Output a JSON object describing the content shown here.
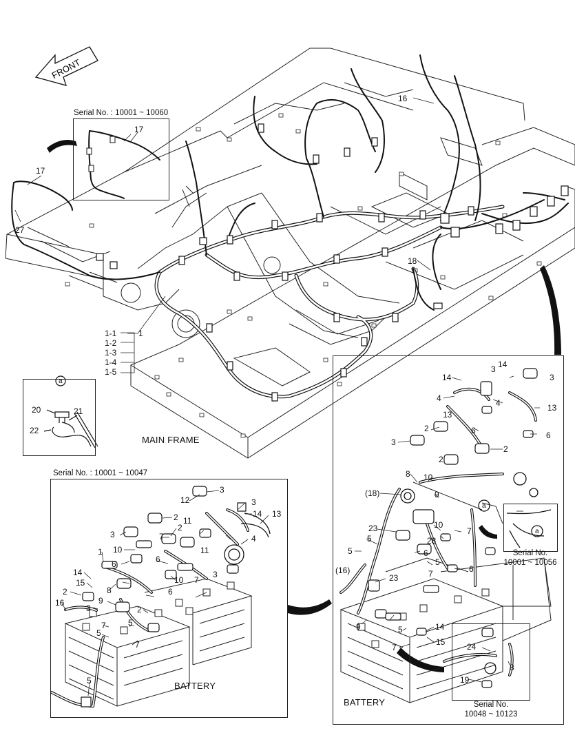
{
  "front_label": "FRONT",
  "captions": {
    "main_frame": "MAIN FRAME",
    "battery_left": "BATTERY",
    "battery_right": "BATTERY"
  },
  "serials": {
    "top_inset": "Serial No. : 10001 ~ 10060",
    "battery_left": "Serial No. : 10001 ~ 10047",
    "right_small_line1": "Serial No.",
    "right_small_line2": "10001 ~ 10056",
    "right_bottom_line1": "Serial No.",
    "right_bottom_line2": "10048 ~ 10123"
  },
  "detail_a": {
    "marker": "a",
    "parts": [
      "20",
      "21",
      "22"
    ]
  },
  "callouts_main": [
    "17",
    "17",
    "27",
    "16",
    "18",
    "1"
  ],
  "group_list": [
    "1-1",
    "1-2",
    "1-3",
    "1-4",
    "1-5"
  ],
  "callouts_battery_left": [
    "12",
    "3",
    "3",
    "14",
    "13",
    "2",
    "11",
    "2",
    "3",
    "4",
    "10",
    "7",
    "11",
    "1",
    "6",
    "6",
    "14",
    "10",
    "7",
    "3",
    "15",
    "8",
    "2",
    "6",
    "16",
    "9",
    "3",
    "2",
    "7",
    "5",
    "5",
    "7",
    "5"
  ],
  "callouts_battery_right": [
    "14",
    "3",
    "14",
    "3",
    "4",
    "4",
    "13",
    "13",
    "6",
    "6",
    "2",
    "3",
    "2",
    "2",
    "8",
    "10",
    "(18)",
    "9",
    "10",
    "23",
    "28",
    "5",
    "5",
    "7",
    "6",
    "(16)",
    "23",
    "7",
    "6",
    "5",
    "9",
    "5",
    "7",
    "14",
    "15",
    "24",
    "8",
    "19"
  ],
  "right_inset_marker": "a"
}
